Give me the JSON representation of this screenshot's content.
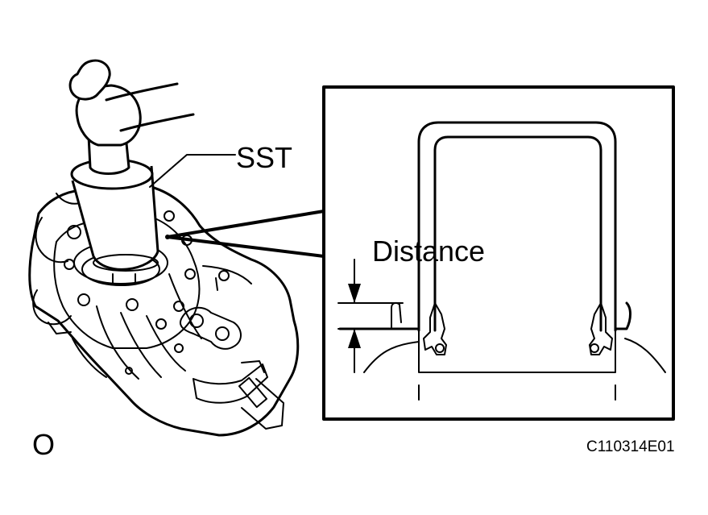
{
  "labels": {
    "tool": "SST",
    "dimension": "Distance",
    "marker": "O",
    "figure_code": "C110314E01"
  },
  "colors": {
    "ink": "#000000",
    "paper": "#ffffff"
  }
}
